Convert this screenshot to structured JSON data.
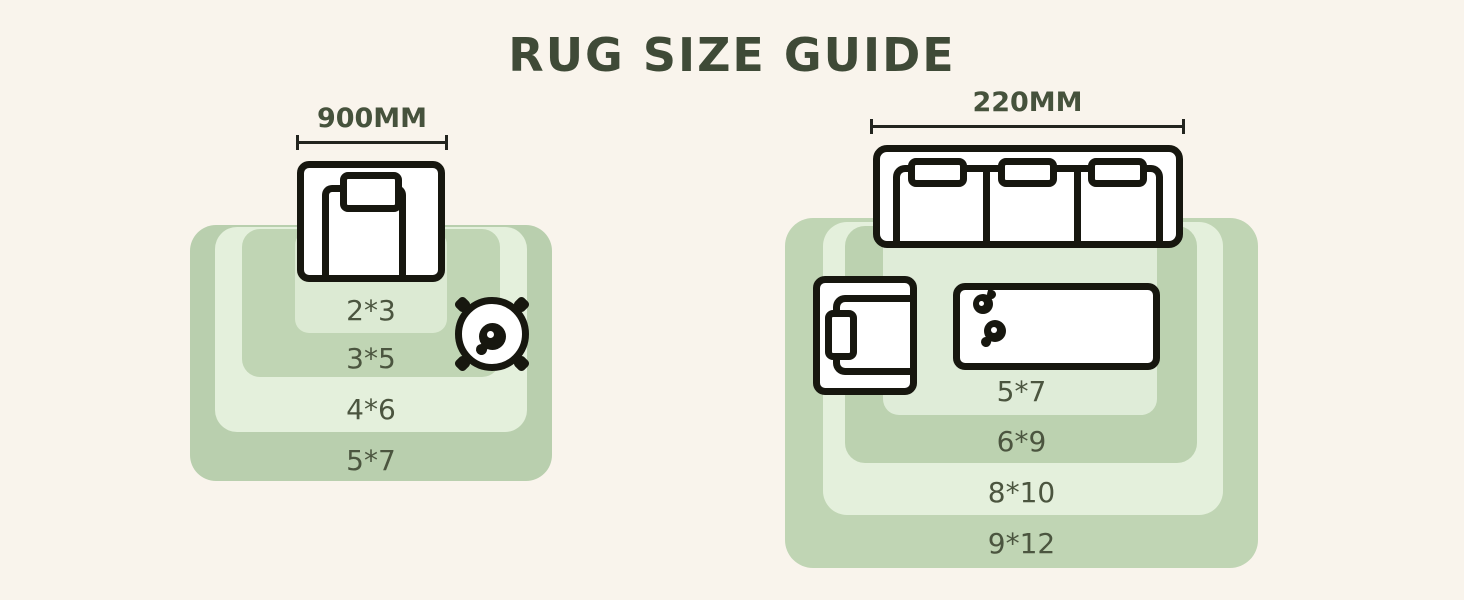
{
  "title": "RUG SIZE GUIDE",
  "left_diagram": {
    "dimension_label": "900MM",
    "furniture_icons": [
      "armchair-top-view-icon",
      "round-side-table-plant-icon"
    ],
    "rugs": [
      {
        "size": "2*3",
        "shade": "light"
      },
      {
        "size": "3*5",
        "shade": "medium"
      },
      {
        "size": "4*6",
        "shade": "light"
      },
      {
        "size": "5*7",
        "shade": "medium"
      }
    ]
  },
  "right_diagram": {
    "dimension_label": "220MM",
    "furniture_icons": [
      "three-seat-sofa-top-view-icon",
      "armchair-top-view-icon",
      "coffee-table-decor-icon"
    ],
    "rugs": [
      {
        "size": "5*7",
        "shade": "light"
      },
      {
        "size": "6*9",
        "shade": "medium"
      },
      {
        "size": "8*10",
        "shade": "light"
      },
      {
        "size": "9*12",
        "shade": "medium"
      }
    ]
  },
  "colors": {
    "background": "#f9f4ec",
    "title_text": "#3f4a37",
    "label_text": "#4b553f",
    "rug_green_medium": "#bcd2b0",
    "rug_green_light": "#e4f0dc",
    "rug_green_light_mid": "#dcead3",
    "furniture_outline": "#17170f",
    "furniture_fill": "#ffffff",
    "dimension_line": "#23251f"
  }
}
